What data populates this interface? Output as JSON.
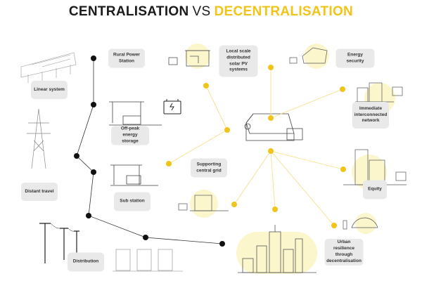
{
  "title": {
    "left": "CENTRALISATION",
    "vs": "VS",
    "right": "DECENTRALISATION"
  },
  "colors": {
    "accent": "#f0c419",
    "dark": "#111111",
    "label_bg": "#e9e9e9",
    "halo": "#fbf6cc"
  },
  "centralised_labels": {
    "rural_power_station": "Rural Power Station",
    "linear_system": "Linear system",
    "off_peak_storage": "Off-peak energy storage",
    "distant_travel": "Distant travel",
    "sub_station": "Sub station",
    "distribution": "Distribution"
  },
  "decentralised_labels": {
    "local_solar": "Local scale distributed solar PV systems",
    "energy_security": "Energy security",
    "interconnected": "Immediate interconnected network",
    "supporting_grid": "Supporting central grid",
    "equity": "Equity",
    "urban_resilience": "Urban resilience through decentralisation"
  }
}
